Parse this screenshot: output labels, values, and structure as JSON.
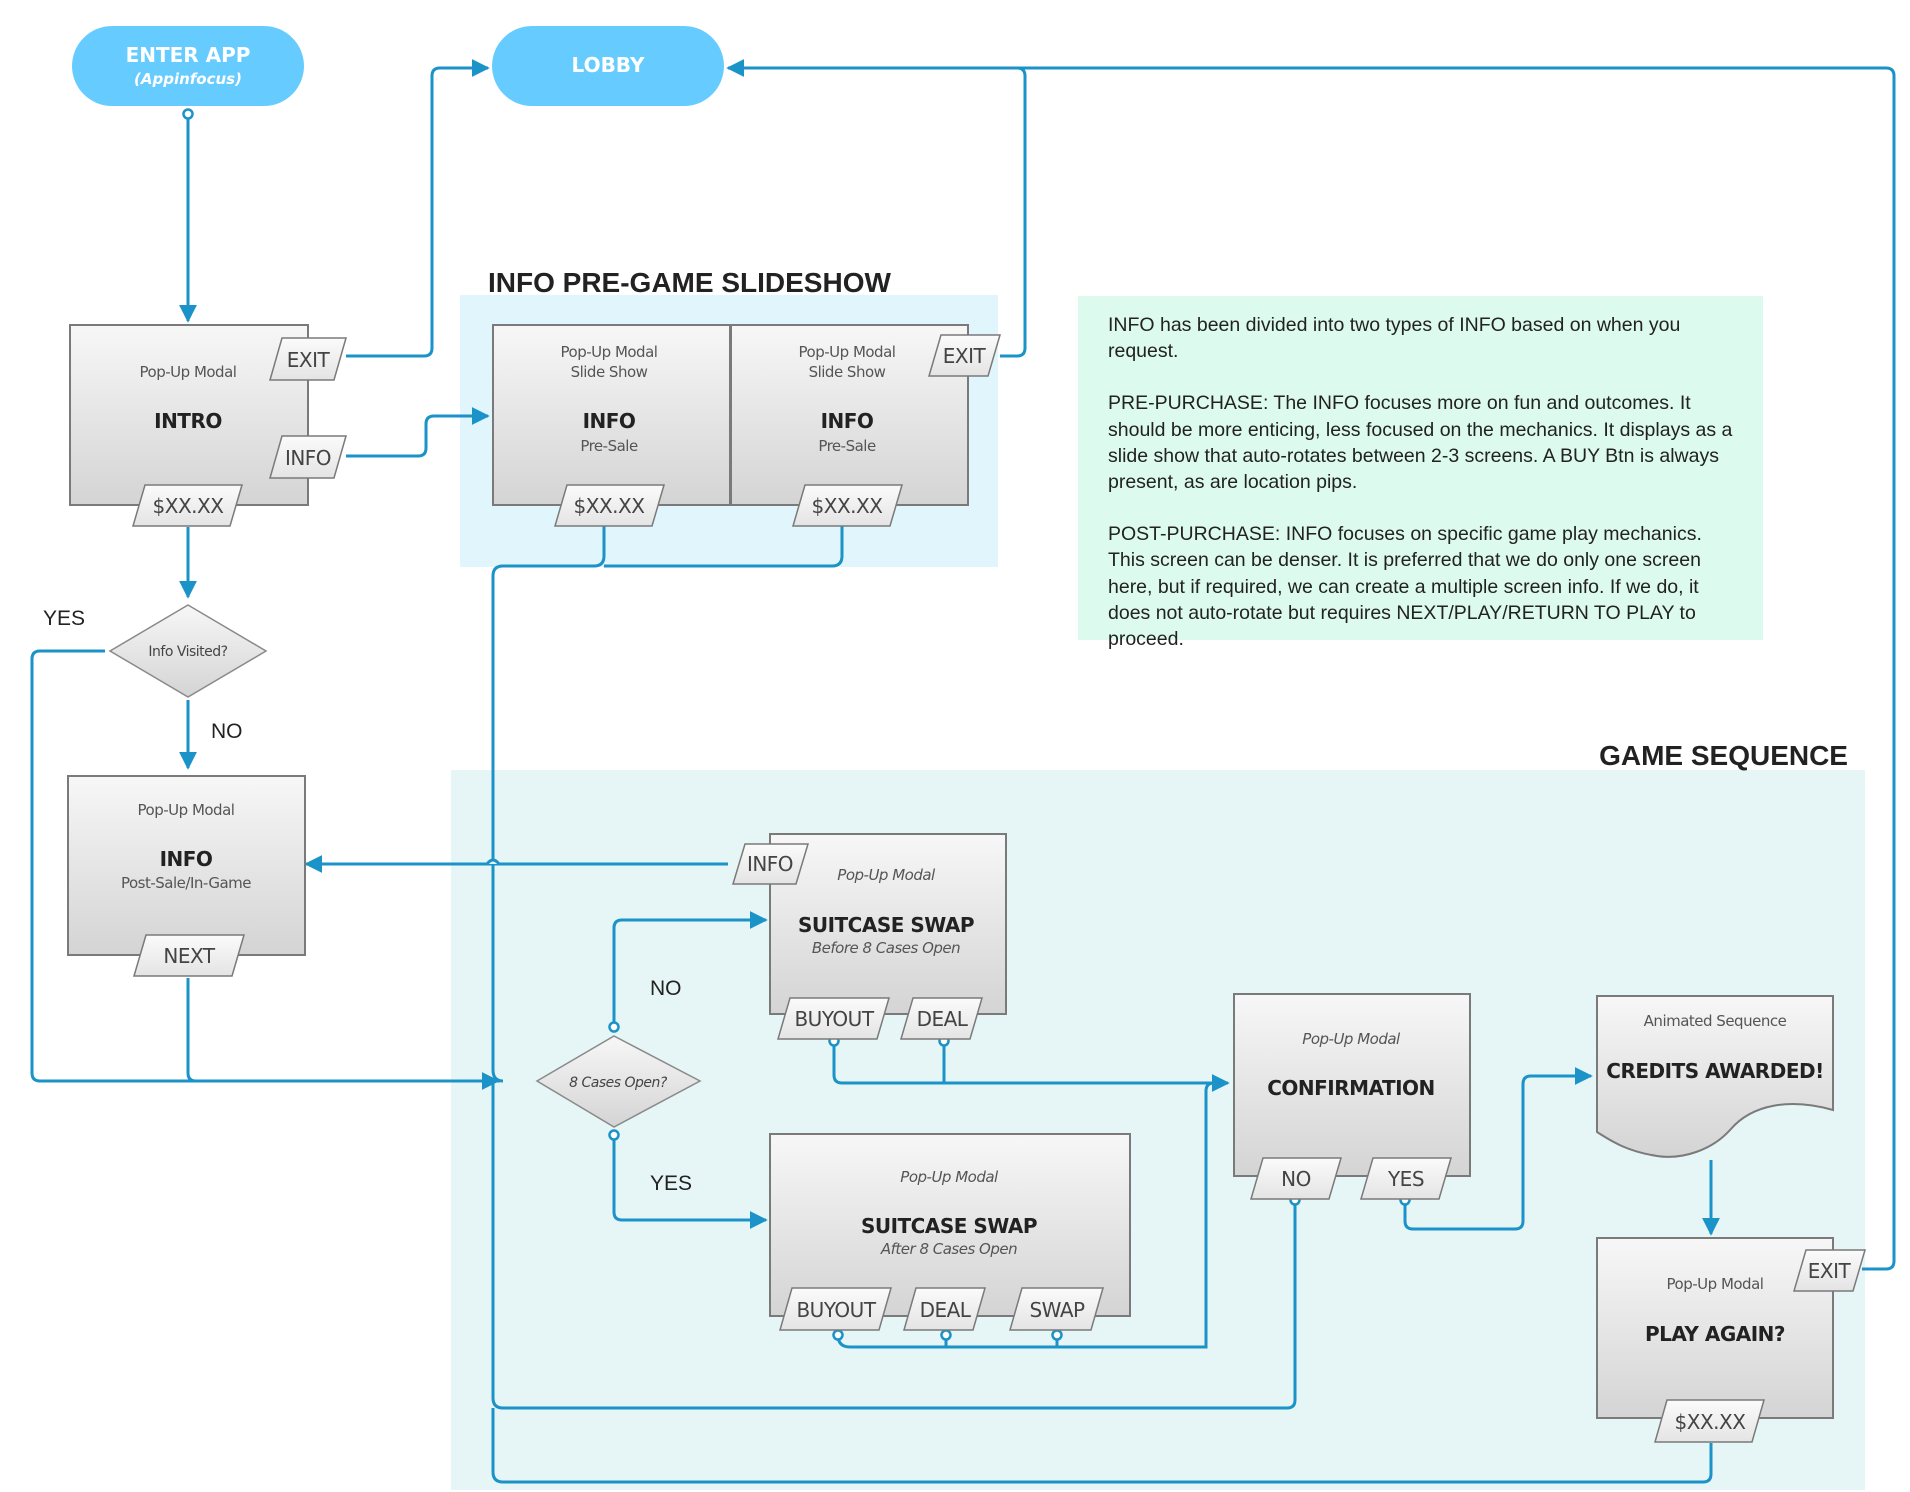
{
  "terminals": {
    "enter_app": {
      "title": "ENTER APP",
      "subtitle": "(Appinfocus)"
    },
    "lobby": {
      "title": "LOBBY"
    }
  },
  "sections": {
    "pregame": "INFO PRE-GAME SLIDESHOW",
    "game": "GAME SEQUENCE"
  },
  "note": [
    "INFO has been divided into two types of INFO based on when you request.",
    "PRE-PURCHASE: The INFO focuses more on fun and outcomes. It should be more enticing, less focused on the mechanics. It displays as a slide show that auto-rotates between 2-3 screens. A BUY Btn is always present, as are location pips.",
    "POST-PURCHASE: INFO focuses on specific game play mechanics. This screen can be denser. It is preferred that we do only one screen here, but if required, we can create a multiple screen info. If we do, it does not auto-rotate but requires NEXT/PLAY/RETURN TO PLAY to proceed."
  ],
  "nodes": {
    "intro": {
      "kind": "Pop-Up Modal",
      "title": "INTRO"
    },
    "info_pre_1": {
      "kind": "Pop-Up Modal",
      "kind2": "Slide Show",
      "title": "INFO",
      "subtitle": "Pre-Sale"
    },
    "info_pre_2": {
      "kind": "Pop-Up Modal",
      "kind2": "Slide Show",
      "title": "INFO",
      "subtitle": "Pre-Sale"
    },
    "info_post": {
      "kind": "Pop-Up Modal",
      "title": "INFO",
      "subtitle": "Post-Sale/In-Game"
    },
    "swap_before": {
      "kind": "Pop-Up Modal",
      "title": "SUITCASE SWAP",
      "subtitle": "Before 8 Cases Open"
    },
    "swap_after": {
      "kind": "Pop-Up Modal",
      "title": "SUITCASE SWAP",
      "subtitle": "After 8 Cases Open"
    },
    "confirmation": {
      "kind": "Pop-Up Modal",
      "title": "CONFIRMATION"
    },
    "credits": {
      "kind": "Animated Sequence",
      "title": "CREDITS AWARDED!"
    },
    "play_again": {
      "kind": "Pop-Up Modal",
      "title": "PLAY AGAIN?"
    }
  },
  "decisions": {
    "info_visited": "Info Visited?",
    "cases_open": "8 Cases Open?"
  },
  "buttons": {
    "exit": "EXIT",
    "info": "INFO",
    "price": "$XX.XX",
    "next": "NEXT",
    "buyout": "BUYOUT",
    "deal": "DEAL",
    "swap": "SWAP",
    "no": "NO",
    "yes": "YES"
  },
  "edge_labels": {
    "yes": "YES",
    "no": "NO"
  },
  "colors": {
    "terminal": "#66ccff",
    "connector": "#1b93c8",
    "pregame_bg": "#e1f5fd",
    "game_bg": "#e6f5f6",
    "note_bg": "#ddfaee"
  }
}
